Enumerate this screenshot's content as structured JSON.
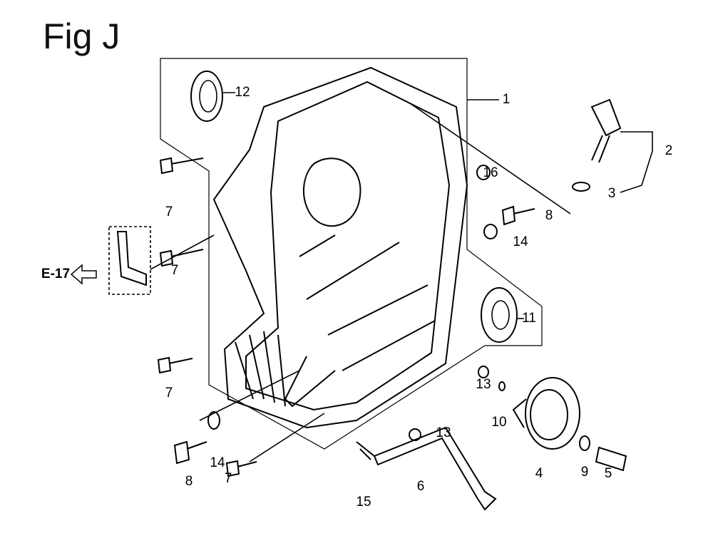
{
  "figure": {
    "title": "Fig J"
  },
  "reference": {
    "label": "E-17"
  },
  "callouts": {
    "c1": "1",
    "c2": "2",
    "c3": "3",
    "c4": "4",
    "c5": "5",
    "c6": "6",
    "c7a": "7",
    "c7b": "7",
    "c7c": "7",
    "c7d": "7",
    "c8a": "8",
    "c8b": "8",
    "c9": "9",
    "c10": "10",
    "c11": "11",
    "c12": "12",
    "c13a": "13",
    "c13b": "13",
    "c14a": "14",
    "c14b": "14",
    "c15": "15",
    "c16": "16"
  }
}
